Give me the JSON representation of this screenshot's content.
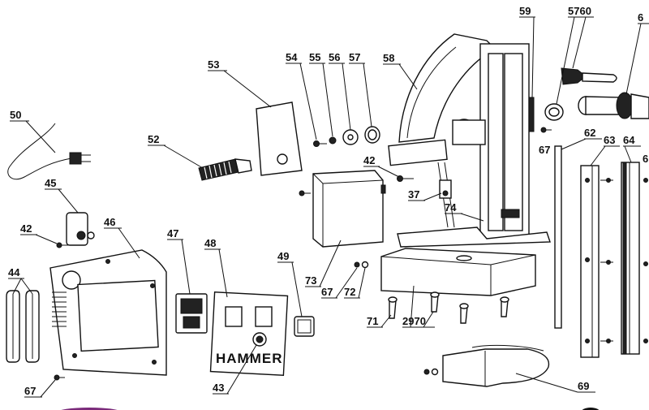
{
  "brand_text": "HAMMER",
  "labels": {
    "l50": "50",
    "l45": "45",
    "l42a": "42",
    "l44": "44",
    "l46": "46",
    "l67a": "67",
    "l47": "47",
    "l48": "48",
    "l43": "43",
    "l49": "49",
    "l52": "52",
    "l53": "53",
    "l54": "54",
    "l55": "55",
    "l56": "56",
    "l57": "57",
    "l58": "58",
    "l59": "59",
    "l5760": "5760",
    "l6x": "6",
    "l62": "62",
    "l63": "63",
    "l64": "64",
    "l6y": "6",
    "l67b": "67",
    "l42b": "42",
    "l37": "37",
    "l74": "74",
    "l73": "73",
    "l67c": "67",
    "l72": "72",
    "l71": "71",
    "l2970": "2970",
    "l69": "69"
  }
}
